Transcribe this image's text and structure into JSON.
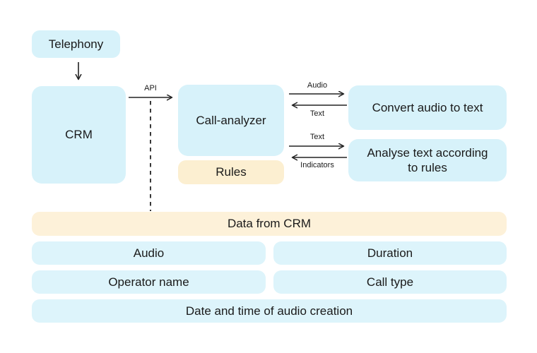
{
  "colors": {
    "node_blue": "#d7f2fa",
    "row_blue": "#ddf4fb",
    "rules_yellow": "#fcefd1",
    "data_yellow": "#fdf1d9",
    "line": "#222222",
    "text": "#1a1a1a",
    "background": "#ffffff"
  },
  "nodes": {
    "telephony": "Telephony",
    "crm": "CRM",
    "call_analyzer": "Call-analyzer",
    "rules": "Rules",
    "convert_audio": "Convert audio to text",
    "analyse_text": "Analyse text according to rules"
  },
  "edge_labels": {
    "api": "API",
    "audio_out": "Audio",
    "text_back": "Text",
    "text_out": "Text",
    "indicators_back": "Indicators"
  },
  "data_from_crm": {
    "header": "Data from CRM",
    "fields": [
      "Audio",
      "Duration",
      "Operator name",
      "Call type",
      "Date and time of audio creation"
    ]
  }
}
